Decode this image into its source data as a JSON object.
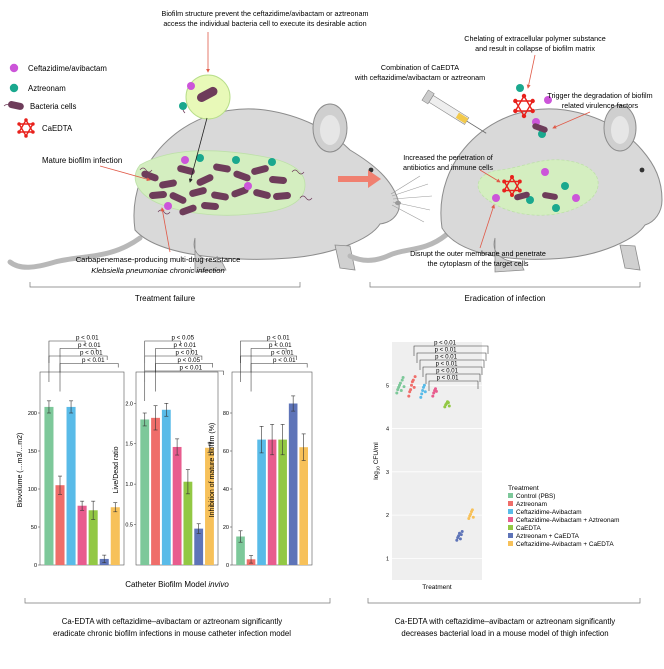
{
  "colors": {
    "mouse": "#d9d9d9",
    "mouse_edge": "#8c8c8c",
    "biofilm": "#d4eec0",
    "bacteria": "#6e3c5a",
    "drug_cza": "#cc55d9",
    "drug_azt": "#1aa88e",
    "caedta": "#e8201b",
    "arrow": "#f08070",
    "pointer": "#e05a48",
    "series": [
      "#7dc89a",
      "#ef6e6a",
      "#59bbe8",
      "#e85c8e",
      "#92c844",
      "#5e74b8",
      "#f7c15a"
    ]
  },
  "legend": {
    "cza": "Ceftazidime/avibactam",
    "azt": "Aztreonam",
    "bacteria": "Bacteria cells",
    "caedta": "CaEDTA"
  },
  "left_panel": {
    "callout_top_1": "Biofilm structure prevent the ceftazidime/avibactam or aztreonam",
    "callout_top_2": "access the individual bacteria cell to execute its desirable action",
    "mature": "Mature biofilm infection",
    "bottom_1": "Carbapenemase-producing multi-drug resistance",
    "bottom_2": "Klebsiella pneumoniae chronic infection",
    "result": "Treatment failure"
  },
  "right_panel": {
    "chelating_1": "Chelating of extracellular polymer substance",
    "chelating_2": "and result in collapse of biofilm matrix",
    "combination_1": "Combination of CaEDTA",
    "combination_2": "with ceftazidime/avibactam or aztreonam",
    "trigger_1": "Trigger the degradation of biofilm",
    "trigger_2": "related virulence factors",
    "increased_1": "Increased the penetration of",
    "increased_2": "antibiotics and immune cells",
    "disrupt_1": "Disrupt the outer membrane and penetrate",
    "disrupt_2": "the cytoplasm of the target cells",
    "result": "Eradication of infection"
  },
  "chart_data": [
    {
      "type": "bar",
      "ylabel": "Biovolume (…m3/…m2)",
      "ylim": [
        0,
        250
      ],
      "ticks": [
        0,
        50,
        100,
        150,
        200
      ],
      "values": [
        208,
        105,
        208,
        78,
        72,
        8,
        76
      ],
      "errors": [
        8,
        12,
        8,
        6,
        12,
        5,
        6
      ],
      "sig": [
        "p < 0.01",
        "p < 0.01",
        "p < 0.01",
        "p < 0.01"
      ]
    },
    {
      "type": "bar",
      "ylabel": "Live/Dead ratio",
      "ylim": [
        0,
        2.35
      ],
      "ticks": [
        0.5,
        1.0,
        1.5,
        2.0
      ],
      "tick_labels": [
        "0.5",
        "1.0",
        "1.5",
        "2.0"
      ],
      "values": [
        1.8,
        1.82,
        1.92,
        1.46,
        1.03,
        0.45,
        1.45
      ],
      "errors": [
        0.08,
        0.15,
        0.08,
        0.1,
        0.15,
        0.06,
        0.06
      ],
      "sig": [
        "p < 0.05",
        "p < 0.01",
        "p < 0.01",
        "p < 0.05",
        "p < 0.01"
      ]
    },
    {
      "type": "bar",
      "ylabel": "Inhibition of mature biofilm (%)",
      "ylim": [
        0,
        100
      ],
      "ticks": [
        0,
        20,
        40,
        60,
        80
      ],
      "values": [
        15,
        3,
        66,
        66,
        66,
        85,
        62
      ],
      "errors": [
        3,
        2,
        7,
        8,
        8,
        4,
        7
      ],
      "sig": [
        "p < 0.01",
        "p < 0.01",
        "p < 0.01",
        "p < 0.01"
      ]
    },
    {
      "type": "scatter",
      "ylabel": "log",
      "ylabel_sub": "10",
      "ylabel_rest": " CFU/ml",
      "xlabel": "Treatment",
      "ylim": [
        0.5,
        6
      ],
      "ticks": [
        1,
        2,
        3,
        4,
        5
      ],
      "groups": [
        {
          "name": "Control (PBS)",
          "values": [
            4.82,
            4.9,
            4.95,
            5.0,
            5.05,
            4.88,
            5.12,
            5.18,
            4.97
          ]
        },
        {
          "name": "Aztreonam",
          "values": [
            4.75,
            4.85,
            4.9,
            5.0,
            5.08,
            5.12,
            4.95,
            5.2
          ]
        },
        {
          "name": "Ceftazidime-Avibactam",
          "values": [
            4.72,
            4.8,
            4.88,
            4.95,
            5.0,
            4.85
          ]
        },
        {
          "name": "Ceftazidime-Avibactam + Aztreonam",
          "values": [
            4.75,
            4.82,
            4.88,
            4.92,
            4.86
          ]
        },
        {
          "name": "CaEDTA",
          "values": [
            4.5,
            4.55,
            4.58,
            4.62,
            4.6,
            4.52
          ]
        },
        {
          "name": "Aztreonam + CaEDTA",
          "values": [
            1.42,
            1.48,
            1.52,
            1.58,
            1.45,
            1.55,
            1.62
          ]
        },
        {
          "name": "Ceftazidime-Avibactam + CaEDTA",
          "values": [
            1.92,
            1.98,
            2.02,
            2.08,
            2.12,
            1.95
          ]
        }
      ],
      "sig": [
        "p < 0.01",
        "p < 0.01",
        "p < 0.01",
        "p < 0.01",
        "p < 0.01",
        "p < 0.01"
      ],
      "legend_title": "Treatment"
    }
  ],
  "captions": {
    "catheter_xlabel": "Catheter Biofilm Model ",
    "catheter_xlabel_italic": "invivo",
    "left_1": "Ca-EDTA with ceftazidime–avibactam or aztreonam significantly",
    "left_2": "eradicate chronic biofilm infections in mouse catheter infection model",
    "right_1": "Ca-EDTA with ceftazidime–avibactam or aztreonam significantly",
    "right_2": "decreases bacterial load in a mouse model of thigh infection"
  }
}
